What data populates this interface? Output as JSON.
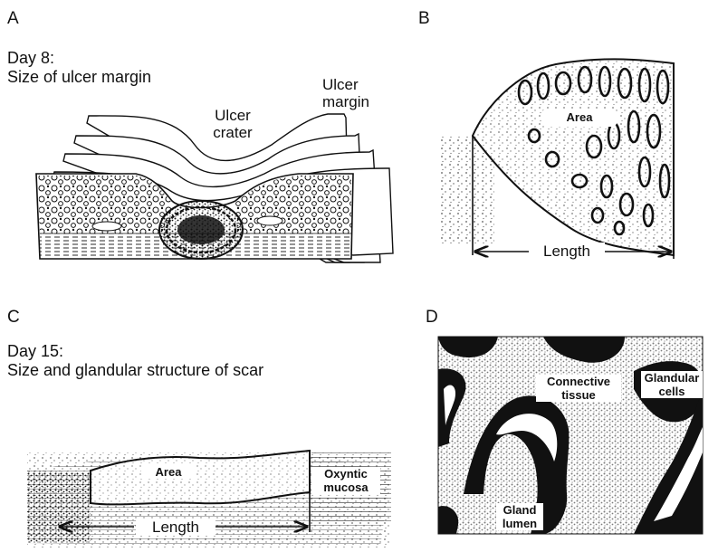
{
  "panelA": {
    "letter": "A",
    "heading_line1": "Day 8:",
    "heading_line2": "Size of ulcer margin",
    "label_crater_line1": "Ulcer",
    "label_crater_line2": "crater",
    "label_margin_line1": "Ulcer",
    "label_margin_line2": "margin"
  },
  "panelB": {
    "letter": "B",
    "label_area": "Area",
    "label_length": "Length"
  },
  "panelC": {
    "letter": "C",
    "heading_line1": "Day 15:",
    "heading_line2": "Size and glandular structure of scar",
    "label_area": "Area",
    "label_oxyntic_line1": "Oxyntic",
    "label_oxyntic_line2": "mucosa",
    "label_length": "Length"
  },
  "panelD": {
    "letter": "D",
    "label_connective_line1": "Connective",
    "label_connective_line2": "tissue",
    "label_glandular_line1": "Glandular",
    "label_glandular_line2": "cells",
    "label_gland_line1": "Gland",
    "label_gland_line2": "lumen"
  },
  "colors": {
    "ink": "#111111",
    "paper": "#ffffff"
  }
}
